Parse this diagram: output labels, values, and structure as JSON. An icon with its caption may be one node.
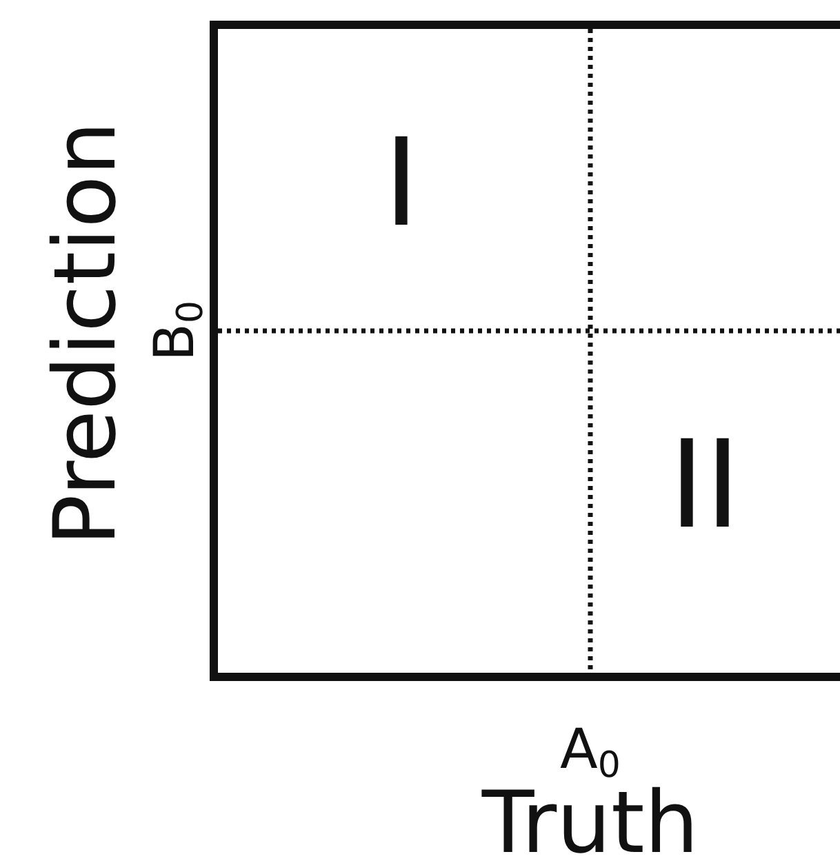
{
  "diagram": {
    "labels": [
      "I",
      "II",
      "B$_{0}$",
      "Prediction",
      "A$_{0}$",
      "Truth"
    ]
  }
}
